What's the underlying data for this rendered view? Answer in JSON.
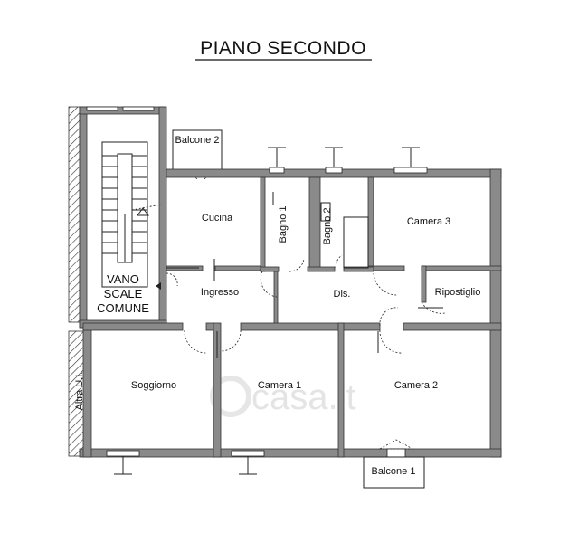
{
  "title": "PIANO SECONDO",
  "rooms": {
    "balcone2": "Balcone 2",
    "cucina": "Cucina",
    "bagno1": "Bagno 1",
    "bagno2": "Bagno 2",
    "camera3": "Camera 3",
    "vano_l1": "VANO",
    "vano_l2": "SCALE",
    "vano_l3": "COMUNE",
    "ingresso": "Ingresso",
    "dis": "Dis.",
    "ripostiglio": "Ripostiglio",
    "soggiorno": "Soggiorno",
    "camera1": "Camera 1",
    "camera2": "Camera 2",
    "altra_ui": "Altra U.I.",
    "balcone1": "Balcone 1"
  },
  "watermark": "casa.it",
  "colors": {
    "wall": "#8a8a8a",
    "line": "#222222",
    "background": "#ffffff"
  }
}
